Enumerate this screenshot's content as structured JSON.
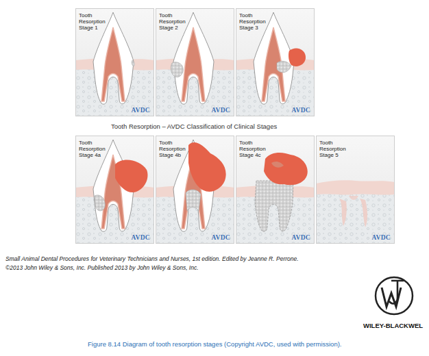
{
  "diagram": {
    "title": "Tooth Resorption – AVDC Classification of Clinical Stages",
    "caption": "Figure 8.14 Diagram of tooth resorption stages (Copyright AVDC, used with permission).",
    "nodes": [
      {
        "text": [
          "Tooth Resorption Stage 1",
          "AVDC"
        ]
      },
      {
        "text": [
          "Tooth Resorption Stage 2",
          "AVDC"
        ]
      },
      {
        "text": [
          "Tooth Resorption Stage 3",
          "AVDC"
        ]
      },
      {
        "text": [
          "Tooth Resorption Stage 4a",
          "AVDC"
        ]
      },
      {
        "text": [
          "Tooth Resorption Stage 4b",
          "AVDC"
        ]
      },
      {
        "text": [
          "Tooth Resorption Stage 4c",
          "AVDC"
        ]
      },
      {
        "text": [
          "Tooth Resorption Stage 5",
          "AVDC"
        ]
      }
    ],
    "labels": [
      "Small Animal Dental Procedures for Veterinary Technicians and Nurses, 1st edition. Edited by Jeanne R. Perrone.",
      "©2013 John Wiley & Sons, Inc. Published 2013 by John Wiley & Sons, Inc.",
      "WILEY-BLACKWEL"
    ]
  }
}
